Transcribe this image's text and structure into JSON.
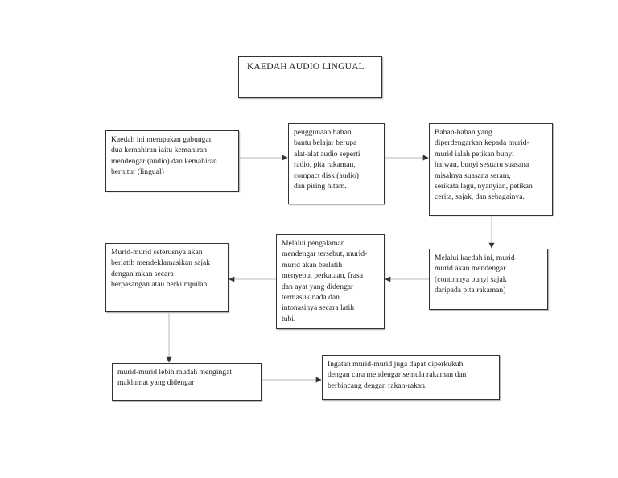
{
  "colors": {
    "border": "#333333",
    "connector": "#b9b9b9",
    "arrowhead": "#333333",
    "text": "#222222"
  },
  "title": "KAEDAH AUDIO LINGUAL",
  "boxes": {
    "b1": "Kaedah ini merupakan gabungan\ndua kemahiran iaitu kemahiran\nmendengar (audio) dan kemahiran\nbertutur (lingual)",
    "b2": "penggunaan bahan\nbantu belajar berupa\nalat-alat audio seperti\nradio, pita rakaman,\ncompact disk (audio)\ndan piring hitam.",
    "b3": "Bahan-bahan yang\ndiperdengarkan kepada murid-\nmurid ialah petikan bunyi\nhaiwan, bunyi sesuatu suasana\nmisalnya suasana seram,\nserikata lagu, nyanyian, petikan\ncerita, sajak, dan sebagainya.",
    "b4": "Melalui kaedah ini, murid-\nmurid akan mendengar\n(contohnya bunyi sajak\ndaripada pita rakaman)",
    "b5": "Melalui pengalaman\nmendengar tersebut, murid-\nmurid akan berlatih\nmenyebut perkataan, frasa\ndan ayat yang didengar\ntermasuk nada dan\nintonasinya secara latih\ntubi.",
    "b6": "Murid-murid seterusnya akan\nberlatih mendeklamasikan sajak\ndengan rakan secara\nberpasangan atau berkumpulan.",
    "b7": "murid-murid lebih mudah mengingat\nmaklumat yang didengar",
    "b8": "Ingatan murid-murid juga dapat diperkukuh\ndengan cara mendengar semula rakaman dan\nberbincang dengan rakan-rakan."
  }
}
